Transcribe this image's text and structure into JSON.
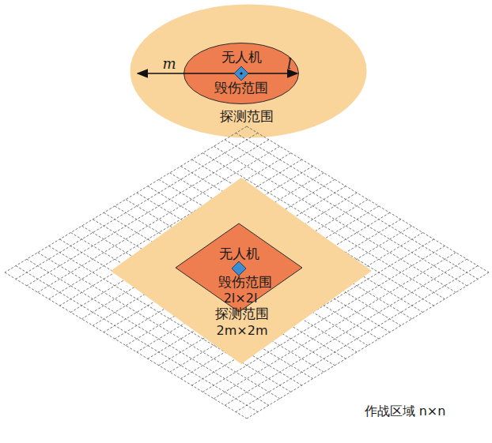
{
  "diagram": {
    "nodes": [
      {
        "text": [
          "探测范围"
        ]
      },
      {
        "text": [
          "无人机",
          "毁伤范围"
        ],
        "in": 0
      },
      {
        "text": [
          "作战区域 n×n"
        ]
      },
      {
        "text": [
          "探测范围",
          "2m×2m"
        ],
        "in": 2
      },
      {
        "text": [
          "无人机",
          "毁伤范围",
          "2l×2l"
        ],
        "in": 3
      }
    ],
    "labels": [
      "m",
      "l"
    ]
  }
}
